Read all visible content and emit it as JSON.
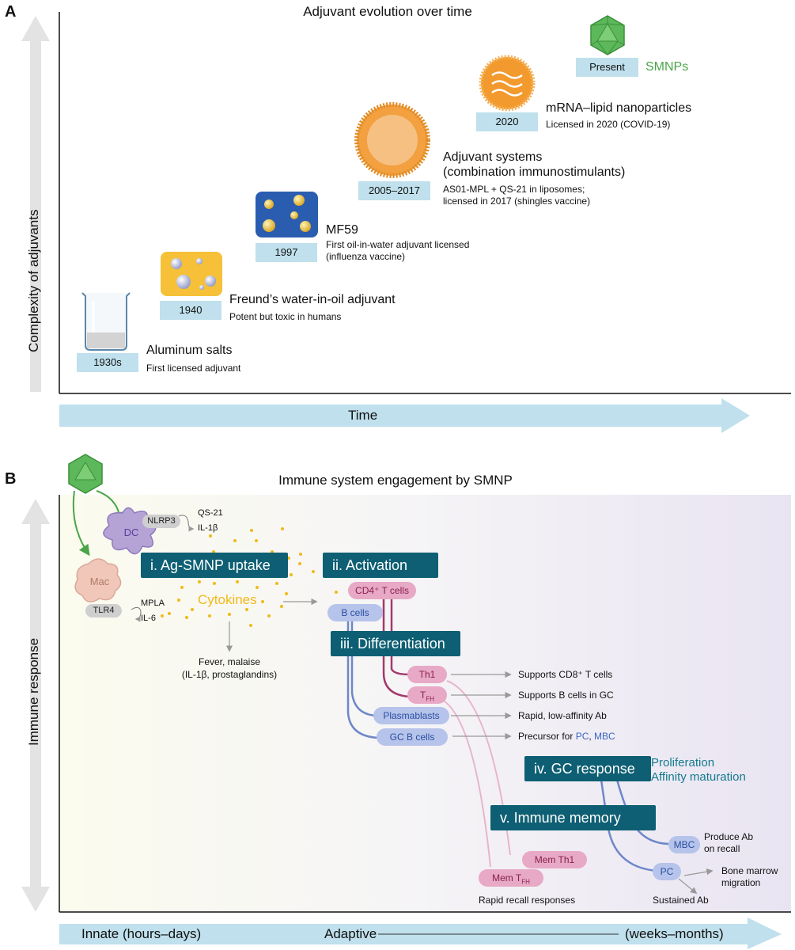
{
  "panel_a": {
    "letter": "A",
    "title": "Adjuvant evolution over time",
    "y_axis_label": "Complexity of adjuvants",
    "x_axis_label": "Time",
    "milestones": [
      {
        "year": "1930s",
        "name": "Aluminum salts",
        "desc": [
          "First licensed adjuvant"
        ]
      },
      {
        "year": "1940",
        "name": "Freund’s water-in-oil adjuvant",
        "desc": [
          "Potent but toxic in humans"
        ]
      },
      {
        "year": "1997",
        "name": "MF59",
        "desc": [
          "First oil-in-water adjuvant licensed",
          "(influenza vaccine)"
        ]
      },
      {
        "year": "2005–2017",
        "name": [
          "Adjuvant systems",
          "(combination immunostimulants)"
        ],
        "desc": [
          "AS01-MPL + QS-21 in liposomes;",
          "licensed in 2017 (shingles vaccine)"
        ]
      },
      {
        "year": "2020",
        "name": "mRNA–lipid nanoparticles",
        "desc": [
          "Licensed in 2020 (COVID-19)"
        ]
      },
      {
        "year": "Present",
        "name": "SMNPs",
        "desc": []
      }
    ]
  },
  "panel_b": {
    "letter": "B",
    "title": "Immune system engagement by SMNP",
    "y_axis_label": "Immune response",
    "x_axis": {
      "left": "Innate (hours–days)",
      "middle": "Adaptive",
      "right": "(weeks–months)"
    },
    "cells": {
      "dc": "DC",
      "mac": "Mac",
      "nlrp3": "NLRP3",
      "qs21": "QS-21",
      "il1b": "IL-1β",
      "tlr4": "TLR4",
      "mpla": "MPLA",
      "il6": "IL-6",
      "cytokines": "Cytokines",
      "fever": [
        "Fever, malaise",
        "(IL-1β, prostaglandins)"
      ]
    },
    "stages": {
      "uptake": "i. Ag-SMNP uptake",
      "activation": "ii. Activation",
      "differentiation": "iii. Differentiation",
      "gc": "iv. GC response",
      "memory": "v. Immune memory"
    },
    "pills": {
      "cd4": "CD4⁺ T cells",
      "bcells": "B cells",
      "th1": "Th1",
      "tfh": "T",
      "tfh_sub": "FH",
      "plasmablasts": "Plasmablasts",
      "gcb": "GC B cells",
      "mbc": "MBC",
      "pc": "PC",
      "mem_th1": "Mem Th1",
      "mem_tfh": "Mem T",
      "mem_tfh_sub": "FH"
    },
    "outcomes": {
      "th1": "Supports CD8⁺ T cells",
      "tfh": "Supports B cells in GC",
      "plasmablasts": "Rapid, low-affinity Ab",
      "gcb_prefix": "Precursor for ",
      "gcb_pc": "PC",
      "gcb_sep": ", ",
      "gcb_mbc": "MBC",
      "gc_detail": [
        "Proliferation",
        "Affinity maturation"
      ],
      "mbc": [
        "Produce Ab",
        "on recall"
      ],
      "pc_bm": [
        "Bone marrow",
        "migration"
      ],
      "pc_sustained": "Sustained Ab",
      "memory": "Rapid recall responses"
    }
  }
}
